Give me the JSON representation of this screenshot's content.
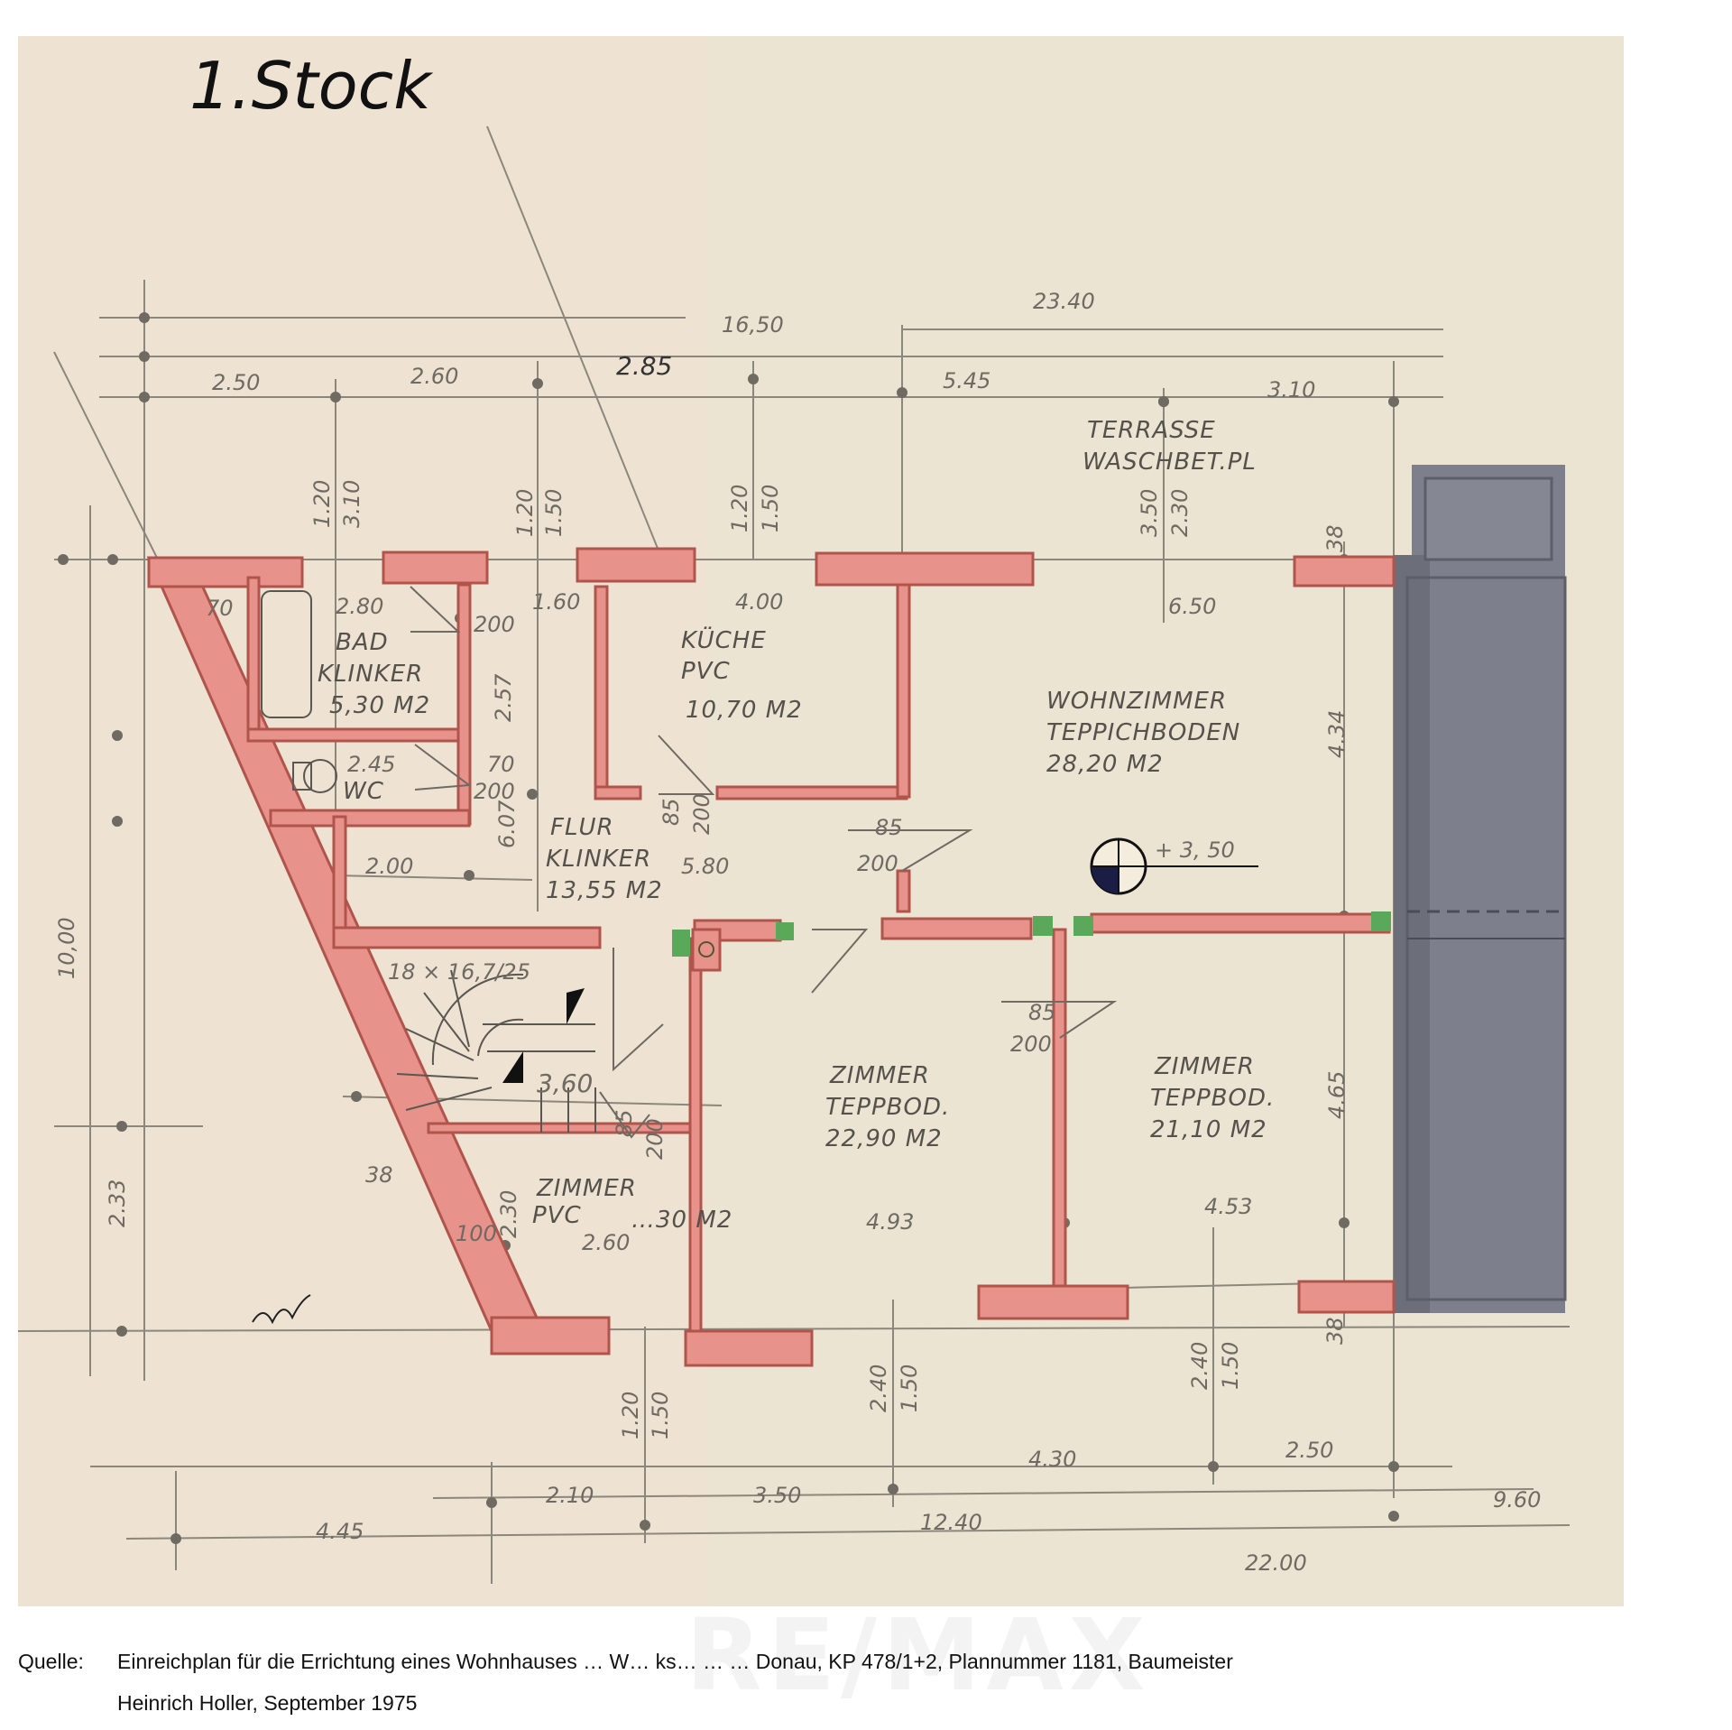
{
  "title": "1.Stock",
  "rooms": {
    "terrasse": {
      "name": "TERRASSE",
      "material": "WASCHBET.PL"
    },
    "bad": {
      "name": "BAD",
      "material": "KLINKER",
      "area": "5,30 M2"
    },
    "wc": {
      "name": "WC"
    },
    "kueche": {
      "name": "KÜCHE",
      "material": "PVC",
      "area": "10,70 M2"
    },
    "wohnzimmer": {
      "name": "WOHNZIMMER",
      "material": "TEPPICHBODEN",
      "area": "28,20 M2"
    },
    "flur": {
      "name": "FLUR",
      "material": "KLINKER",
      "area": "13,55 M2"
    },
    "zimmer1": {
      "name": "ZIMMER",
      "material": "TEPPBOD.",
      "area": "22,90 M2"
    },
    "zimmer2": {
      "name": "ZIMMER",
      "material": "TEPPBOD.",
      "area": "21,10 M2"
    },
    "zimmer3": {
      "name": "ZIMMER",
      "material": "PVC",
      "area": "…30 M2"
    }
  },
  "stairs": {
    "spec": "18 × 16,7/25",
    "label": "3,60"
  },
  "level_marker": "+ 3, 50",
  "dimensions": {
    "top": [
      "2.50",
      "2.60",
      "2.85",
      "16,50",
      "23.40",
      "5.45",
      "3.10"
    ],
    "room_dims": [
      "2.80",
      "1.60",
      "4.00",
      "6.50",
      "2.45",
      "2.00",
      "5.80",
      "4.93",
      "4.53",
      "2.60",
      "4.34",
      "4.65"
    ],
    "verticals": [
      "1.20",
      "3.10",
      "1.20",
      "1.50",
      "1.20",
      "1.50",
      "3.50",
      "2.30",
      "10,00",
      "2.33",
      "2.40",
      "1.50",
      "2.40",
      "1.50",
      "1.20",
      "1.50"
    ],
    "doors": [
      "70",
      "200",
      "70",
      "200",
      "85",
      "200",
      "85",
      "200",
      "85",
      "200",
      "85",
      "200",
      "2.57",
      "6.07",
      "38",
      "38",
      "38",
      "100",
      "2.30"
    ],
    "bottom": [
      "4.45",
      "2.10",
      "3.50",
      "4.30",
      "2.50",
      "12.40",
      "9.60",
      "22.00"
    ]
  },
  "caption": {
    "label": "Quelle:",
    "line1": "Einreichplan für die Errichtung eines Wohnhauses … W… ks… … … Donau, KP 478/1+2, Plannummer 1181, Baumeister",
    "line2": "Heinrich Holler, September 1975"
  },
  "watermark": "RE/MAX",
  "colors": {
    "paper": "#ece4d2",
    "wall": "#e8928c",
    "wall_stroke": "#b0544c",
    "neighbor": "#7d7f8c",
    "door_green": "#5aa85a"
  }
}
